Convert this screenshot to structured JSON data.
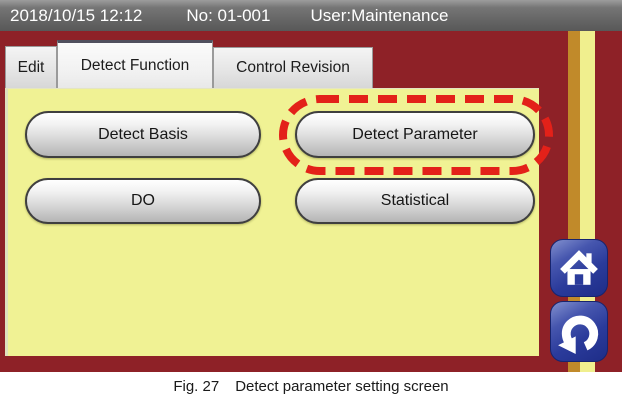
{
  "header": {
    "datetime": "2018/10/15 12:12",
    "device_no": "No: 01-001",
    "user": "User:Maintenance"
  },
  "tabs": [
    {
      "label": "Edit",
      "active": false
    },
    {
      "label": "Detect Function",
      "active": true
    },
    {
      "label": "Control Revision",
      "active": false
    }
  ],
  "panel": {
    "buttons": [
      {
        "label": "Detect Basis",
        "highlighted": false
      },
      {
        "label": "Detect Parameter",
        "highlighted": true
      },
      {
        "label": "DO",
        "highlighted": false
      },
      {
        "label": "Statistical",
        "highlighted": false
      }
    ]
  },
  "nav": {
    "icons": [
      "home-icon",
      "return-icon"
    ]
  },
  "caption": {
    "fig_label": "Fig. 27",
    "title": "Detect parameter setting screen"
  },
  "colors": {
    "screen_background": "#8e2127",
    "panel_yellow": "#f0f294",
    "stripe_gold": "#c18a2a",
    "stripe_pale_yellow": "#f0ef8e",
    "header_gray": "#6b6b6b",
    "highlight_red": "#e32119",
    "nav_blue": "#2b3b9b",
    "button_metal": "#d9d9d9"
  }
}
